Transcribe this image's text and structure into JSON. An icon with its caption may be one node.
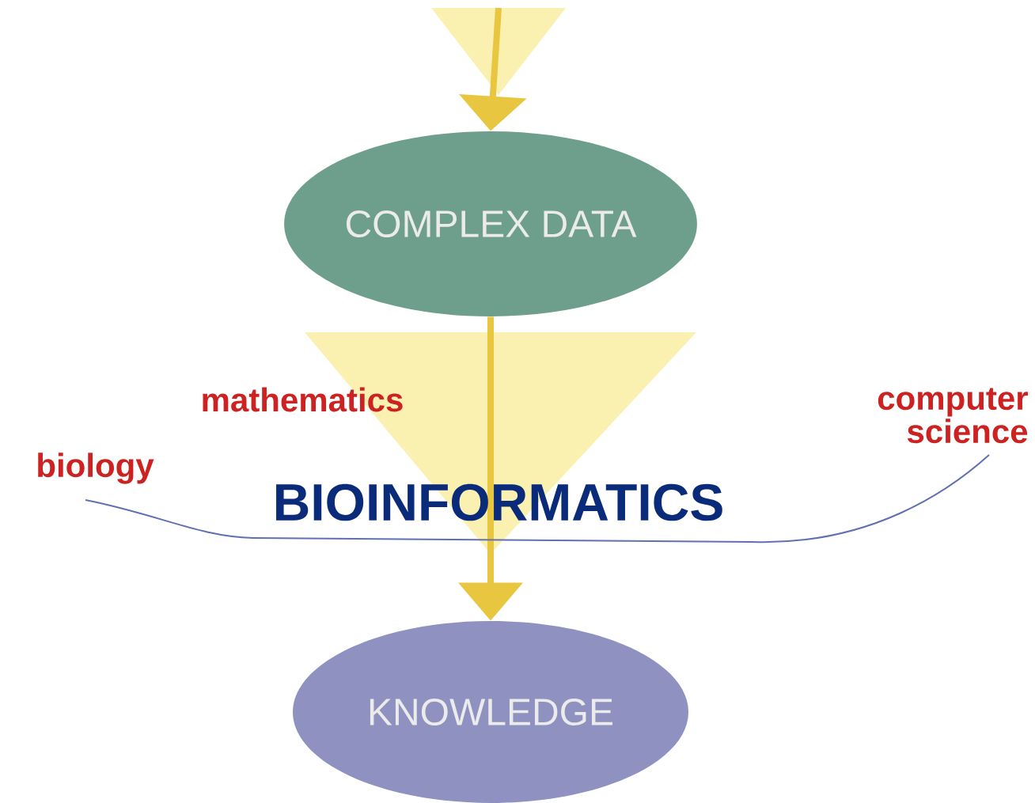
{
  "diagram": {
    "nodes": [
      {
        "text": [
          "COMPLEX DATA"
        ]
      },
      {
        "text": [
          "KNOWLEDGE"
        ]
      }
    ],
    "edges": [
      {
        "from": null,
        "to": 0,
        "arrow": "to"
      },
      {
        "from": 0,
        "to": 1,
        "arrow": "to"
      }
    ],
    "labels": [
      "mathematics",
      "computer science",
      "biology",
      "BIOINFORMATICS"
    ]
  }
}
